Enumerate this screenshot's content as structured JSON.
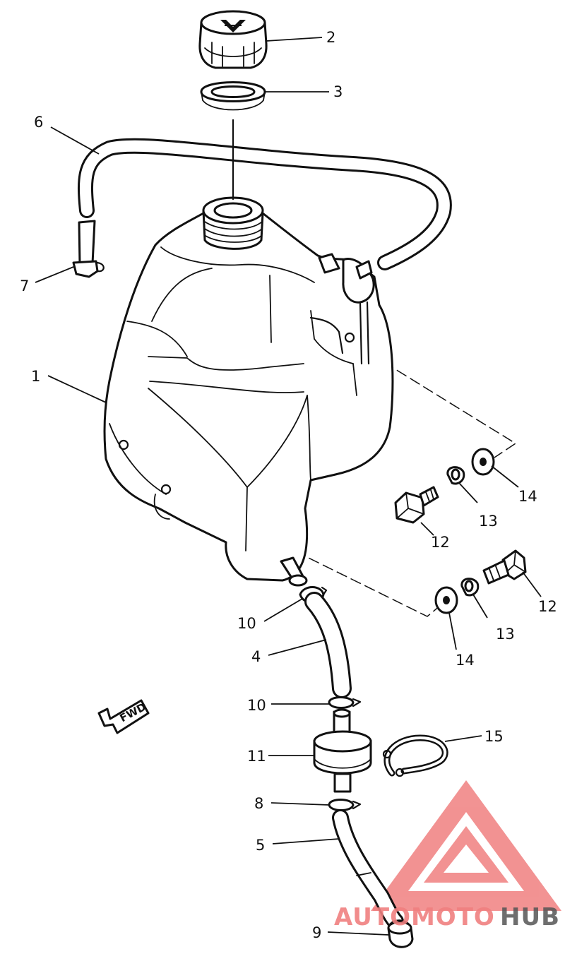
{
  "callouts": [
    {
      "id": "c2",
      "text": "2"
    },
    {
      "id": "c3",
      "text": "3"
    },
    {
      "id": "c6",
      "text": "6"
    },
    {
      "id": "c7",
      "text": "7"
    },
    {
      "id": "c1",
      "text": "1"
    },
    {
      "id": "c14a",
      "text": "14"
    },
    {
      "id": "c13a",
      "text": "13"
    },
    {
      "id": "c12a",
      "text": "12"
    },
    {
      "id": "c12b",
      "text": "12"
    },
    {
      "id": "c13b",
      "text": "13"
    },
    {
      "id": "c14b",
      "text": "14"
    },
    {
      "id": "c10a",
      "text": "10"
    },
    {
      "id": "c4",
      "text": "4"
    },
    {
      "id": "c10b",
      "text": "10"
    },
    {
      "id": "c11",
      "text": "11"
    },
    {
      "id": "c15",
      "text": "15"
    },
    {
      "id": "c8",
      "text": "8"
    },
    {
      "id": "c5",
      "text": "5"
    },
    {
      "id": "c9",
      "text": "9"
    }
  ],
  "fwd_label": "FWD",
  "watermark": {
    "part1": "AUTOMOTO",
    "part2": "HUB",
    "color_primary": "#f08080",
    "color_accent": "#f5b942",
    "color_dark": "#555555"
  }
}
